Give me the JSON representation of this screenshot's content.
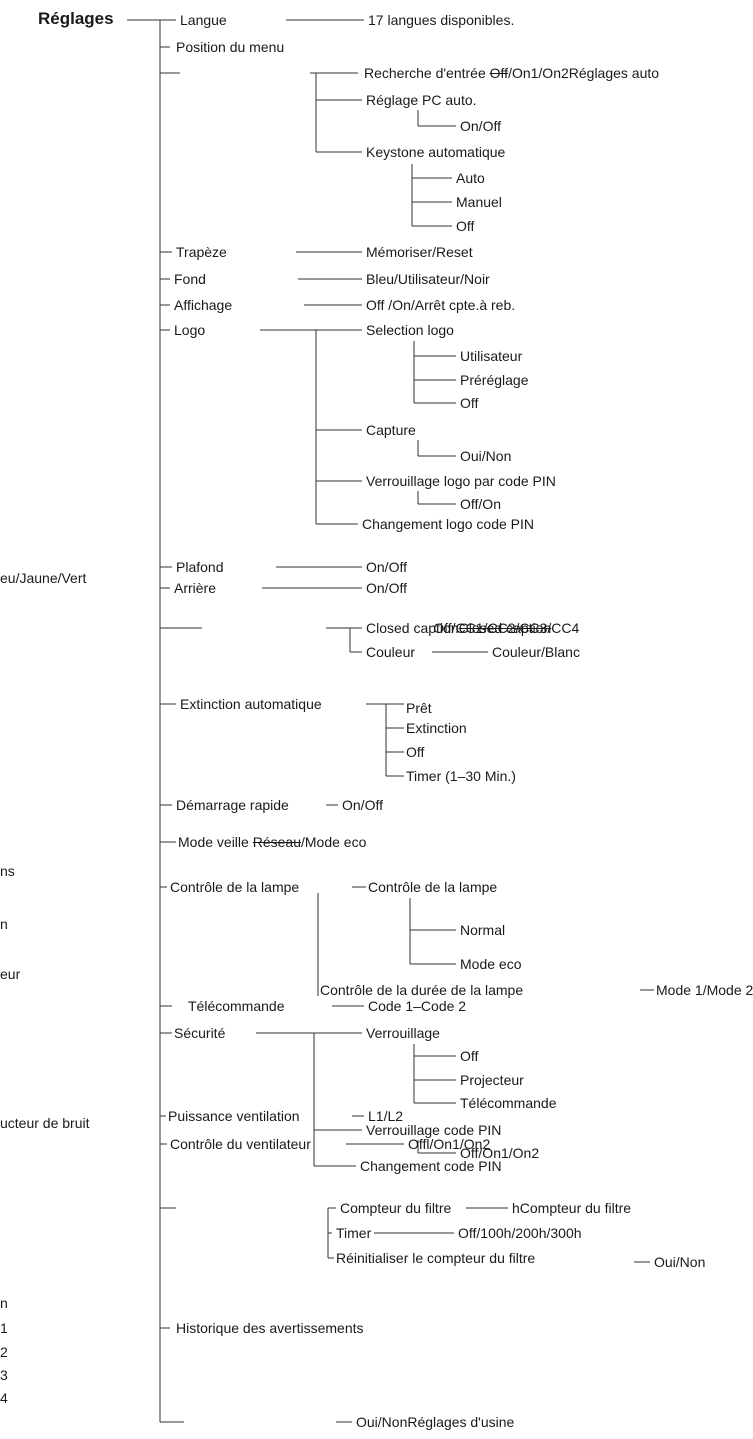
{
  "root": "Réglages",
  "items": {
    "langue": "Langue",
    "langues_dispo": "17 langues disponibles.",
    "position_menu": "Position du menu",
    "recherche_entree": "Recherche d'entrée",
    "recherche_opt_a": "Off",
    "recherche_opt_b": "/On1/On2",
    "reglages_auto": "Réglages auto",
    "reglage_pc": "Réglage PC auto.",
    "reglage_pc_onoff": "On/Off",
    "keystone_auto": "Keystone automatique",
    "ks_auto": "Auto",
    "ks_manuel": "Manuel",
    "ks_off": "Off",
    "trapeze": "Trapèze",
    "trapeze_val": "Mémoriser/Reset",
    "fond": "Fond",
    "fond_val": "Bleu/Utilisateur/Noir",
    "affichage": "Affichage",
    "affichage_val": "Off /On/Arrêt cpte.à reb.",
    "logo": "Logo",
    "selection_logo": "Selection logo",
    "sl_utilisateur": "Utilisateur",
    "sl_prereglage": "Préréglage",
    "sl_off": "Off",
    "capture": "Capture",
    "capture_val": "Oui/Non",
    "verr_logo_pin": "Verrouillage logo par code PIN",
    "verr_logo_pin_val": "Off/On",
    "chg_logo_pin": "Changement logo code PIN",
    "plafond": "Plafond",
    "plafond_val": "On/Off",
    "arriere": "Arrière",
    "arriere_val": "On/Off",
    "closed_caption": "Closed caption",
    "closed_caption_strike": "Closed caption",
    "cc_opts": "Off/CC1/CC2/CC3/CC4",
    "couleur": "Couleur",
    "couleur_val": "Couleur/Blanc",
    "extinction_auto": "Extinction automatique",
    "ea_pret": "Prêt",
    "ea_extinction": "Extinction",
    "ea_off": "Off",
    "ea_timer": "Timer (1–30 Min.)",
    "demarrage_rapide": "Démarrage rapide",
    "demarrage_rapide_val": "On/Off",
    "mode_veille": "Mode veille",
    "mode_veille_strike": "Réseau",
    "mode_veille_val": "/Mode eco",
    "ctrl_lampe": "Contrôle de la lampe",
    "ctrl_lampe_sub": "Contrôle de la lampe",
    "cl_normal": "Normal",
    "cl_mode_eco": "Mode eco",
    "ctrl_duree_lampe": "Contrôle de la durée de la lampe",
    "ctrl_duree_val": "Mode 1/Mode 2",
    "telecommande": "Télécommande",
    "telecommande_val": "Code 1–Code 2",
    "securite": "Sécurité",
    "verrouillage": "Verrouillage",
    "v_off": "Off",
    "v_projecteur": "Projecteur",
    "v_telecommande": "Télécommande",
    "verr_pin": "Verrouillage code PIN",
    "verr_pin_val": "Off/On1/On2",
    "chg_pin": "Changement code PIN",
    "puissance_vent": "Puissance ventilation",
    "puissance_vent_val": "L1/L2",
    "ctrl_vent": "Contrôle du ventilateur",
    "ctrl_vent_val": "Offl/On1/On2",
    "compteur_filtre": "Compteur du filtre",
    "compteur_filtre_val": "hCompteur du filtre",
    "timer": "Timer",
    "timer_val": "Off/100h/200h/300h",
    "reinit_compteur": "Réinitialiser le compteur du filtre",
    "reinit_val": "Oui/Non",
    "historique": "Historique des avertissements",
    "reglages_usine_val": "Oui/Non",
    "reglages_usine": "Réglages d'usine"
  },
  "left_fragments": {
    "f1": "eu/Jaune/Vert",
    "f2": "ns",
    "f3": "n",
    "f4": "eur",
    "f5": "ucteur de bruit",
    "f6": "n",
    "f7": "1",
    "f8": "2",
    "f9": "3",
    "f10": "4"
  }
}
